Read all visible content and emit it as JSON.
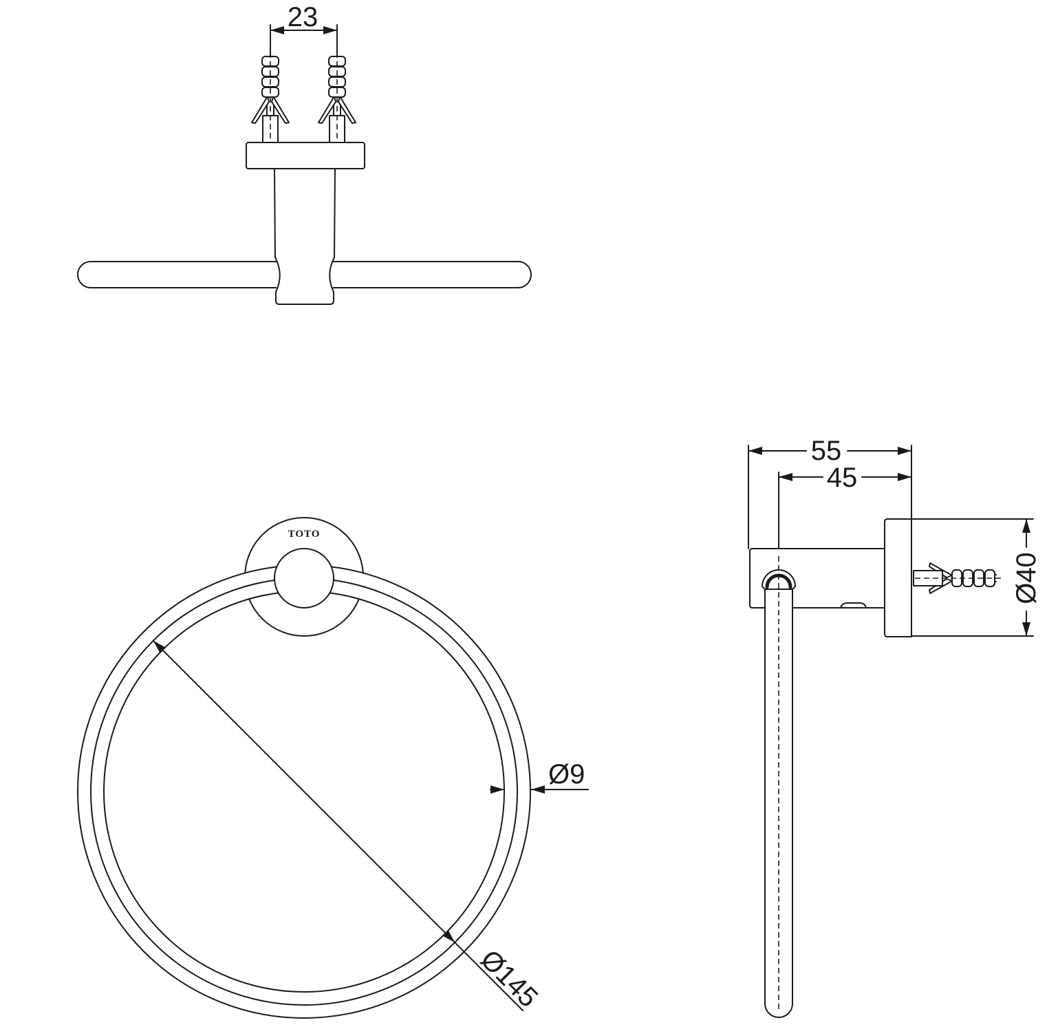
{
  "colors": {
    "ink": "#1a1a1a",
    "paper": "#ffffff"
  },
  "drawing": {
    "logo": "TOTO",
    "dimensions": {
      "anchor_spacing": "23",
      "overall_depth": "55",
      "ring_offset": "45",
      "flange_diameter": "Ø40",
      "tube_diameter": "Ø9",
      "ring_diameter": "Ø145"
    }
  }
}
